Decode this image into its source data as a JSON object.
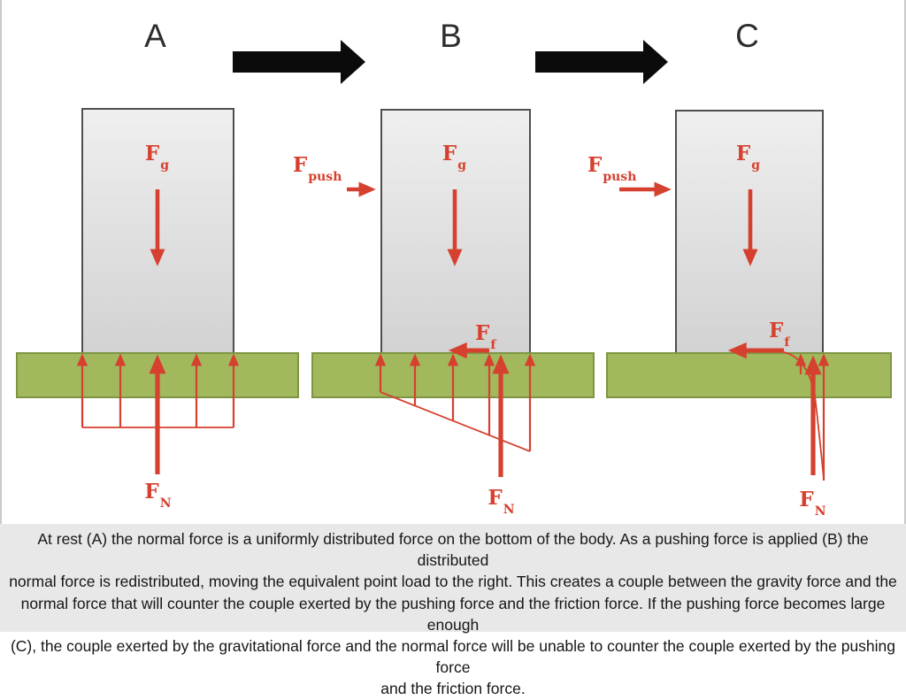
{
  "colors": {
    "red": "#d6402f",
    "green": "#a2b85c",
    "green_border": "#7e9544",
    "block_border": "#4f4f4f",
    "block_top": "#efefef",
    "block_bottom": "#d2d2d2",
    "black": "#0b0b0b",
    "caption_bg": "#e8e8e8",
    "caption_text": "#161616",
    "letter_color": "#2d2d2d",
    "edge_line": "#c9c9c9"
  },
  "panels": [
    {
      "letter": "A",
      "labels": {
        "fg": {
          "main": "F",
          "sub": "g"
        },
        "fn": {
          "main": "F",
          "sub": "N"
        }
      }
    },
    {
      "letter": "B",
      "labels": {
        "fpush": {
          "main": "F",
          "sub": "push"
        },
        "fg": {
          "main": "F",
          "sub": "g"
        },
        "ff": {
          "main": "F",
          "sub": "f"
        },
        "fn": {
          "main": "F",
          "sub": "N"
        }
      }
    },
    {
      "letter": "C",
      "labels": {
        "fpush": {
          "main": "F",
          "sub": "push"
        },
        "fg": {
          "main": "F",
          "sub": "g"
        },
        "ff": {
          "main": "F",
          "sub": "f"
        },
        "fn": {
          "main": "F",
          "sub": "N"
        }
      }
    }
  ],
  "caption": {
    "lines": [
      "At rest (A) the normal force is a uniformly distributed force on the bottom of the body. As a pushing force is applied (B) the distributed",
      "normal force is redistributed, moving the equivalent point load to the right. This creates a couple between the gravity force and the",
      "normal force that will counter the couple exerted by the pushing force and the friction force. If the pushing force becomes large enough",
      "(C), the couple exerted by the gravitational force and the normal force will be unable to counter the couple exerted by the pushing force",
      "and the friction force."
    ]
  }
}
